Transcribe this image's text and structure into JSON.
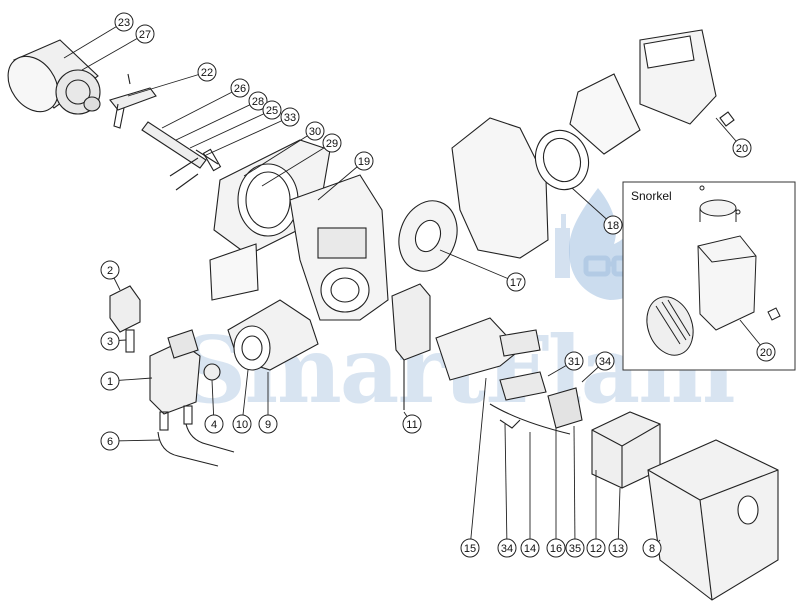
{
  "watermark": {
    "text": "SmartFlam",
    "color": "#b9cfe6",
    "flame_color": "#a9c4e2"
  },
  "inset": {
    "title": "Snorkel",
    "callout": "20"
  },
  "callouts": [
    {
      "id": "c23",
      "label": "23"
    },
    {
      "id": "c27",
      "label": "27"
    },
    {
      "id": "c22",
      "label": "22"
    },
    {
      "id": "c26",
      "label": "26"
    },
    {
      "id": "c28",
      "label": "28"
    },
    {
      "id": "c25",
      "label": "25"
    },
    {
      "id": "c33",
      "label": "33"
    },
    {
      "id": "c30",
      "label": "30"
    },
    {
      "id": "c29",
      "label": "29"
    },
    {
      "id": "c19",
      "label": "19"
    },
    {
      "id": "c2",
      "label": "2"
    },
    {
      "id": "c3",
      "label": "3"
    },
    {
      "id": "c1",
      "label": "1"
    },
    {
      "id": "c6",
      "label": "6"
    },
    {
      "id": "c4",
      "label": "4"
    },
    {
      "id": "c10",
      "label": "10"
    },
    {
      "id": "c9",
      "label": "9"
    },
    {
      "id": "c11",
      "label": "11"
    },
    {
      "id": "c17",
      "label": "17"
    },
    {
      "id": "c18",
      "label": "18"
    },
    {
      "id": "c20a",
      "label": "20"
    },
    {
      "id": "c31",
      "label": "31"
    },
    {
      "id": "c34a",
      "label": "34"
    },
    {
      "id": "c15",
      "label": "15"
    },
    {
      "id": "c34b",
      "label": "34"
    },
    {
      "id": "c14",
      "label": "14"
    },
    {
      "id": "c16",
      "label": "16"
    },
    {
      "id": "c35",
      "label": "35"
    },
    {
      "id": "c12",
      "label": "12"
    },
    {
      "id": "c13",
      "label": "13"
    },
    {
      "id": "c8",
      "label": "8"
    }
  ]
}
